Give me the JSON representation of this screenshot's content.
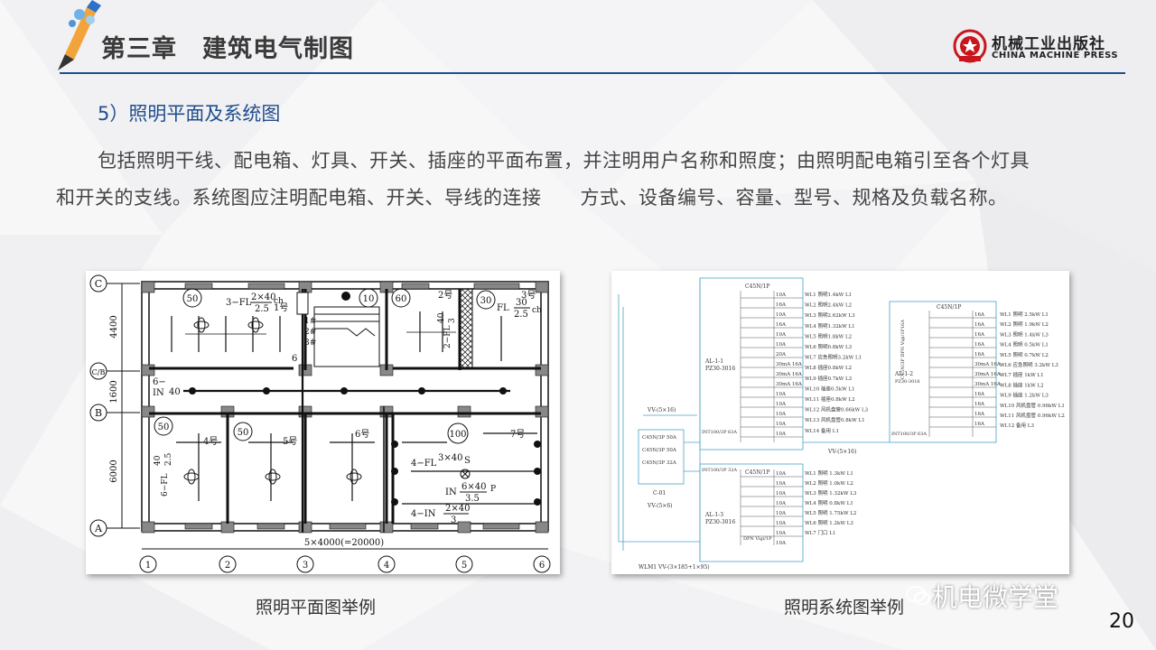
{
  "header": {
    "chapter_title": "第三章　建筑电气制图",
    "publisher_cn": "机械工业出版社",
    "publisher_en": "CHINA MACHINE PRESS"
  },
  "section_title": "5）照明平面及系统图",
  "paragraph": "包括照明干线、配电箱、灯具、开关、插座的平面布置，并注明用户名称和照度；由照明配电箱引至各个灯具和开关的支线。系统图应注明配电箱、开关、导线的连接　　方式、设备编号、容量、型号、规格及负载名称。",
  "plan": {
    "caption": "照明平面图举例",
    "axis_letters": [
      "C",
      "C/B",
      "B",
      "A"
    ],
    "axis_numbers": [
      "1",
      "2",
      "3",
      "4",
      "5",
      "6"
    ],
    "dims_vertical": [
      "4400",
      "1600",
      "6000"
    ],
    "dim_bottom": "5×4000(=20000)",
    "illuminance": [
      "50",
      "10",
      "60",
      "30",
      "50",
      "50",
      "100"
    ],
    "room_numbers": [
      "1号",
      "2号",
      "3号",
      "4号",
      "5号",
      "6号",
      "7号"
    ],
    "labels": {
      "fl3": "3−FL",
      "fl3_num": "2×40",
      "fl3_den": "2.5",
      "fl3_suffix": "ch",
      "fl_r": "FL",
      "fl_r_num": "30",
      "fl_r_den": "2.5",
      "fl_r_suffix": "ch",
      "fl2": "2−FL",
      "fl2_num": "40",
      "fl2_den": "3",
      "fl6": "6−FL",
      "fl6_num": "40",
      "fl6_den": "2.5",
      "in6": "6−",
      "in6b": "IN",
      "in6_val": "40",
      "fl4": "4−FL",
      "fl4_num": "3×40",
      "fl4_s": "S",
      "in_mid": "IN",
      "in_mid_num": "6×40",
      "in_mid_den": "3.5",
      "in_mid_p": "P",
      "in4": "4−IN",
      "in4_num": "2×40",
      "in4_den": "3",
      "floor_marks": [
        "1#",
        "2#",
        "3#"
      ],
      "six": "6"
    }
  },
  "system": {
    "caption": "照明系统图举例",
    "box1": {
      "header": "C45N/1P",
      "name": "AL-1-1",
      "model": "PZ30-3016",
      "main": "INT100/3P 63A",
      "ratings": [
        "10A",
        "16A",
        "10A",
        "16A",
        "10A",
        "10A",
        "20A",
        "30mA 16A",
        "30mA 16A",
        "30mA 16A",
        "10A",
        "10A",
        "10A",
        "10A",
        "10A"
      ],
      "circuits": [
        "WL1 照明1.4kW L1",
        "WL2 照明2.4kW L2",
        "WL3 照明2.62kW L3",
        "WL4 照明1.32kW L1",
        "WL5 照明1.8kW L2",
        "WL6 照明0.8kW L3",
        "WL7 应急照明3.2kW L1",
        "WL8 插座0.8kW L2",
        "WL9 插座0.7kW L3",
        "WL10 插座0.5kW L1",
        "WL11 插座0.8kW L2",
        "WL12 风机盘管0.66kW L3",
        "WL13 风机盘管0.8kW L1",
        "WL14 备用 L1"
      ]
    },
    "box2": {
      "header": "C45N/1P",
      "name": "AL-1-2",
      "model": "PZ30-3016",
      "main": "INT100/3P 63A",
      "rcd": "C45N/3P DPN Vigi/1P16A",
      "ratings": [
        "16A",
        "16A",
        "16A",
        "16A",
        "16A",
        "30mA 16A",
        "30mA 16A",
        "30mA 16A",
        "16A",
        "16A",
        "16A",
        "16A"
      ],
      "circuits": [
        "WL1 照明 2.5kW L1",
        "WL2 照明 1.9kW L2",
        "WL3 照明 1.4kW L3",
        "WL4 照明 0.5kW L1",
        "WL5 照明 0.7kW L2",
        "WL6 应急照明 3.2kW L3",
        "WL7 插座 1kW L1",
        "WL8 插座 1kW L2",
        "WL9 插座 1.2kW L3",
        "WL10 风机盘管 0.96kW L1",
        "WL11 风机盘管 0.96kW L2",
        "WL12 备用 L3"
      ]
    },
    "box3": {
      "header": "C45N/1P",
      "name": "AL-1-3",
      "model": "PZ30-3016",
      "main": "INT100/3P 32A",
      "rcd": "DPN Vigi/1P",
      "ratings": [
        "10A",
        "10A",
        "10A",
        "10A",
        "10A",
        "10A",
        "10A",
        "10A"
      ],
      "circuits": [
        "WL1 照明 1.3kW L1",
        "WL2 照明 1.0kW L2",
        "WL3 照明 1.32kW L3",
        "WL4 照明 0.8kW L1",
        "WL5 照明 1.75kW L2",
        "WL6 照明 1.2kW L3",
        "WL7 门口 L1"
      ]
    },
    "left_box": {
      "items": [
        "C45N/3P 50A",
        "C45N/3P 50A",
        "C45N/3P 32A"
      ],
      "name": "C-01"
    },
    "feeders": [
      "VV-(5×16)",
      "VV-(5×16)",
      "VV-(5×6)",
      "WLM1 VV-(3×185+1×95)"
    ]
  },
  "watermark": "机电微学堂",
  "page_number": "20"
}
